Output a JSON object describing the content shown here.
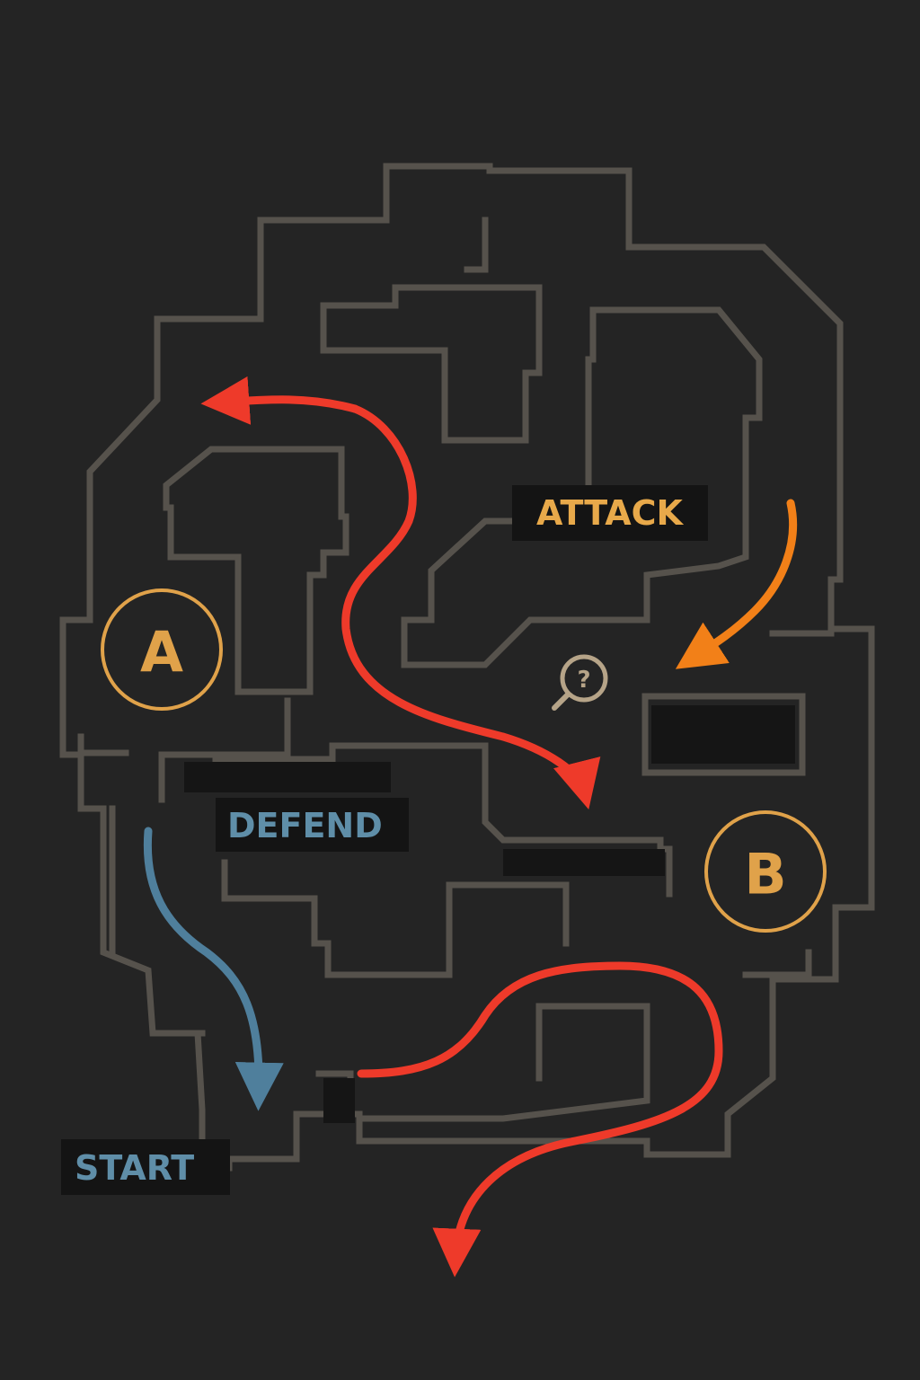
{
  "colors": {
    "background": "#242424",
    "wall": "#56524c",
    "site_marker": "#e0a24a",
    "attack_label": "#e8a94a",
    "defend_label": "#5f8ea8",
    "start_label": "#5f8ea8",
    "route_red": "#ee3a2a",
    "route_orange": "#f28018",
    "route_blue": "#4f7f9c",
    "help_icon": "#b6a488"
  },
  "sites": {
    "a": {
      "letter": "A"
    },
    "b": {
      "letter": "B"
    }
  },
  "labels": {
    "attack": "ATTACK",
    "defend": "DEFEND",
    "start": "START"
  },
  "icons": {
    "help": "magnifier-question-icon",
    "help_glyph": "?"
  },
  "routes": [
    {
      "name": "red-upper-route",
      "color": "red"
    },
    {
      "name": "red-lower-route",
      "color": "red"
    },
    {
      "name": "orange-route",
      "color": "orange"
    },
    {
      "name": "blue-route",
      "color": "blue"
    }
  ]
}
